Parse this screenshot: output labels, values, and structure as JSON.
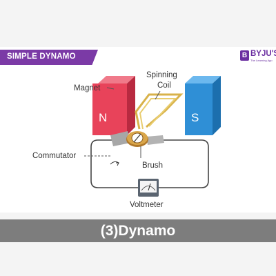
{
  "slide": {
    "title": "SIMPLE DYNAMO",
    "logo": {
      "mark": "B",
      "text": "BYJU'S",
      "tagline": "The Learning App"
    }
  },
  "diagram": {
    "labels": {
      "magnet": "Magnet",
      "spinning_coil_1": "Spinning",
      "spinning_coil_2": "Coil",
      "commutator": "Commutator",
      "brush": "Brush",
      "voltmeter": "Voltmeter",
      "north": "N",
      "south": "S"
    },
    "colors": {
      "north_pole": "#e8435a",
      "south_pole": "#2f8fd6",
      "coil": "#d8b24a",
      "title_bar": "#7b3aa6"
    }
  },
  "caption": "(3)Dynamo"
}
